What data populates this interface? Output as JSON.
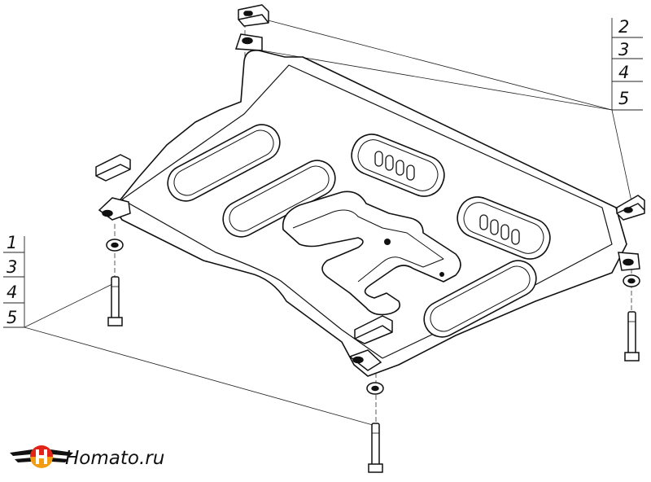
{
  "callouts": {
    "right": [
      "2",
      "3",
      "4",
      "5"
    ],
    "left": [
      "1",
      "3",
      "4",
      "5"
    ]
  },
  "brand": {
    "name": "Homato.ru",
    "logo_icon": "winged-h-logo-icon",
    "colors": {
      "red": "#e2231a",
      "orange": "#f39c12",
      "dark": "#111111"
    }
  }
}
